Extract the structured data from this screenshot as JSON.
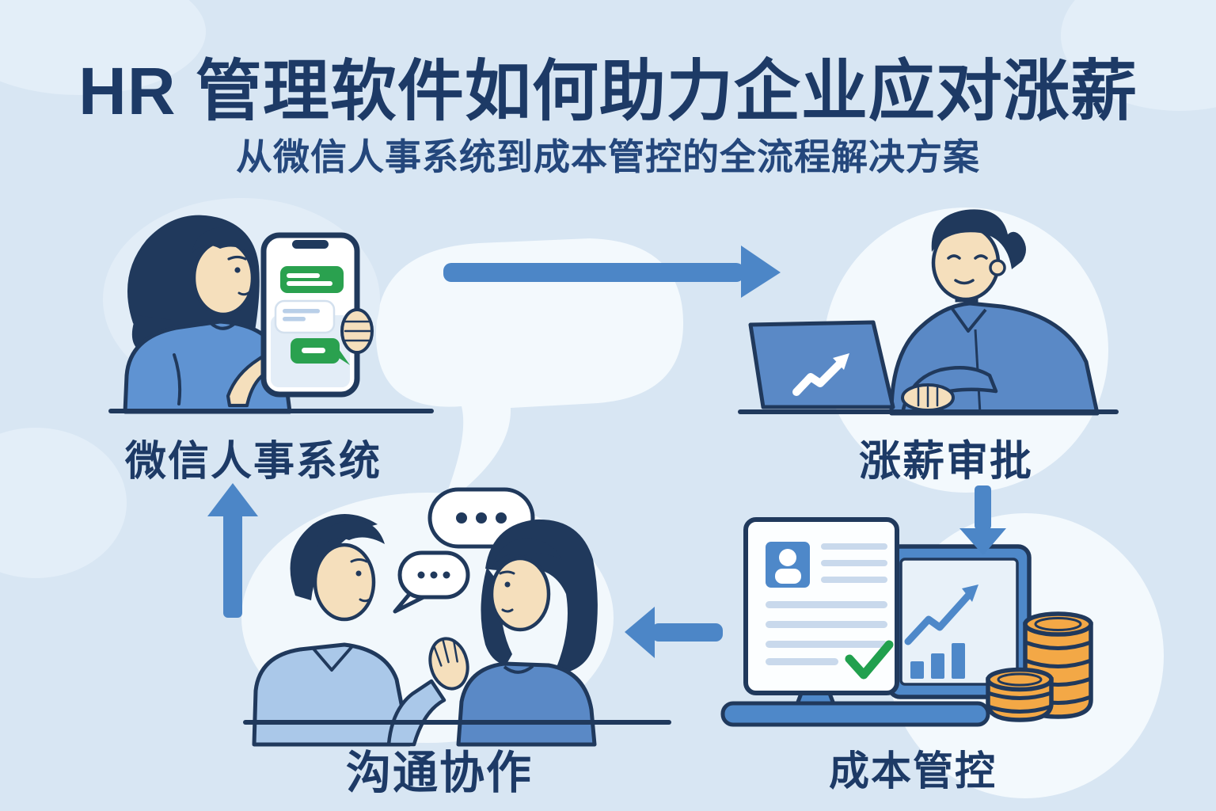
{
  "header": {
    "title": "HR 管理软件如何助力企业应对涨薪",
    "subtitle": "从微信人事系统到成本管控的全流程解决方案"
  },
  "nodes": [
    {
      "id": "wechat-hr",
      "label": "微信人事系统"
    },
    {
      "id": "salary-raise-approval",
      "label": "涨薪审批"
    },
    {
      "id": "cost-control",
      "label": "成本管控"
    },
    {
      "id": "communication-collaboration",
      "label": "沟通协作"
    }
  ],
  "flow_arrows": [
    {
      "from": "微信人事系统",
      "to": "涨薪审批",
      "direction": "right"
    },
    {
      "from": "涨薪审批",
      "to": "成本管控",
      "direction": "down"
    },
    {
      "from": "成本管控",
      "to": "沟通协作",
      "direction": "left"
    },
    {
      "from": "沟通协作",
      "to": "微信人事系统",
      "direction": "up"
    }
  ],
  "palette": {
    "background": "#d8e6f3",
    "title_text": "#1d3a66",
    "arrow_blue": "#4c86c7",
    "outline_navy": "#20395c",
    "shirt_blue": "#5a89c6",
    "shirt_light_blue": "#aac8e9",
    "skin": "#f5dfbc",
    "wechat_green": "#2aa14f",
    "coin_orange": "#f3a846",
    "check_green": "#21a04e",
    "screen_light": "#e8f1f9",
    "doc_line": "#c9d9ec",
    "blob_white": "#f3f9fd"
  }
}
